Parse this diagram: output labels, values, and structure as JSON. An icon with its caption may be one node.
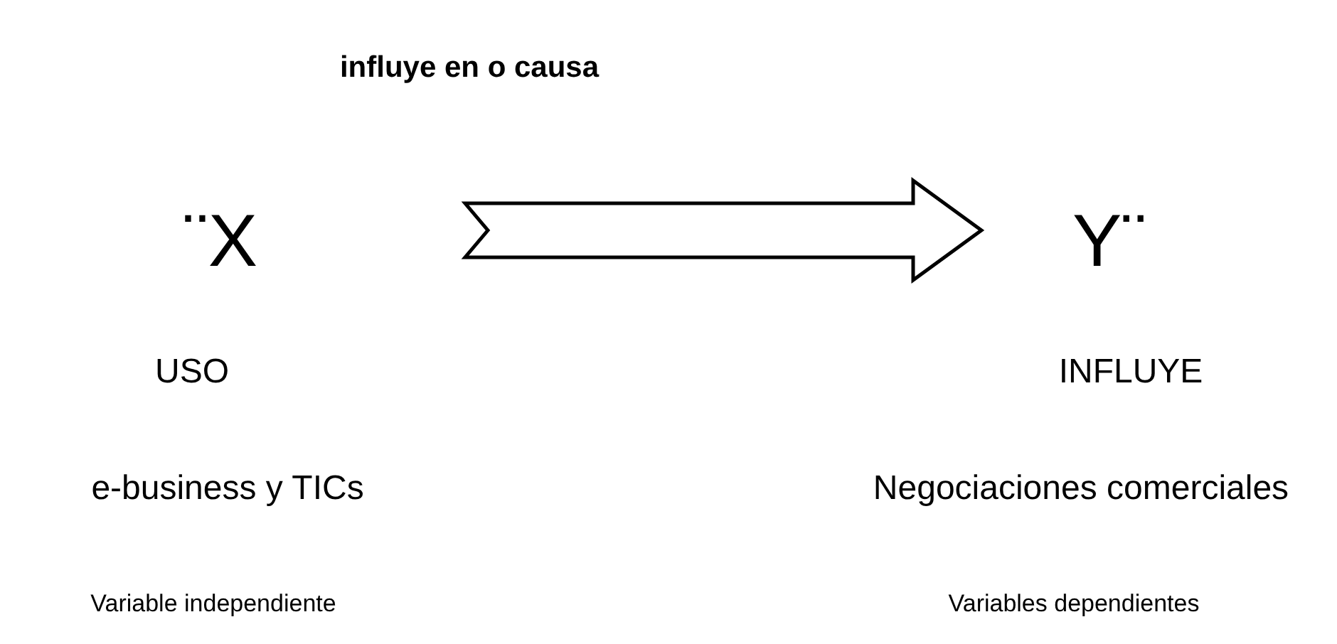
{
  "diagram": {
    "title": "influye en o causa",
    "nodes": [
      {
        "text": [
          "¨X"
        ]
      },
      {
        "text": [
          "Y¨"
        ]
      }
    ],
    "edges": [
      {
        "from": 0,
        "to": 1,
        "arrow": "to",
        "style": "thick"
      }
    ],
    "labels": [
      "USO",
      "INFLUYE",
      "e-business y TICs",
      "Negociaciones comerciales",
      "Variable independiente",
      "Variables dependientes"
    ]
  }
}
